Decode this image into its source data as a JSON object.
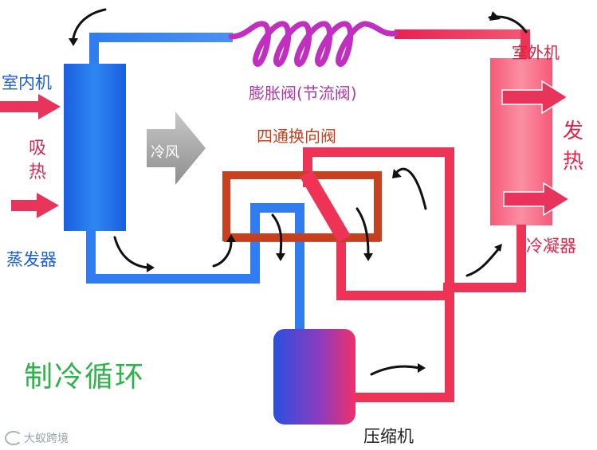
{
  "labels": {
    "indoor_unit": "室内机",
    "absorb_heat": "吸\n热",
    "evaporator": "蒸发器",
    "expansion_valve": "膨胀阀(节流阀)",
    "cold_air": "冷风",
    "four_way_valve": "四通换向阀",
    "outdoor_unit": "室外机",
    "release_heat": "发\n热",
    "condenser": "冷凝器",
    "compressor": "压缩机",
    "cycle_title": "制冷循环"
  },
  "watermark": "大蚁跨境",
  "colors": {
    "cold_pipe": "#2f7df0",
    "hot_pipe": "#ee3356",
    "evaporator_dark": "#1360d8",
    "condenser_light": "#f6758c",
    "valve_box": "#c8401e",
    "expansion_coil": "#c02fbf",
    "cycle_title": "#2db34a"
  }
}
